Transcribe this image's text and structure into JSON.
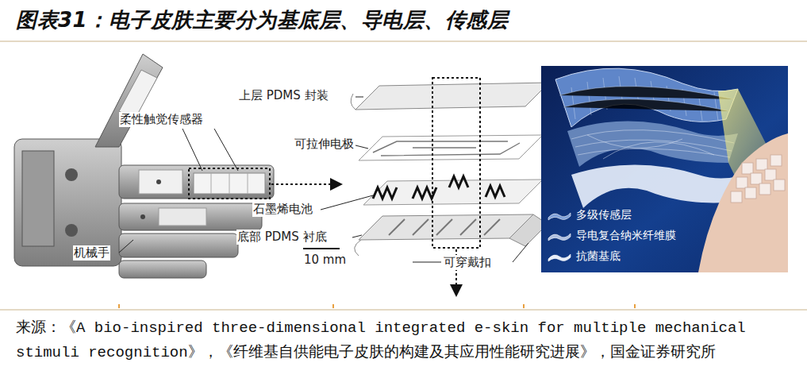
{
  "diagram": {
    "title": "图表31：电子皮肤主要分为基底层、导电层、传感层",
    "caption": "来源：《A bio-inspired three-dimensional integrated e-skin for multiple mechanical stimuli recognition》，《纤维基自供能电子皮肤的构建及其应用性能研究进展》，国金证券研究所",
    "labels": [
      "柔性触觉传感器",
      "机械手",
      "上层 PDMS 封装",
      "可拉伸电极",
      "石墨烯电池",
      "底部 PDMS 衬底",
      "10 mm",
      "可穿戴扣"
    ],
    "legend": [
      {
        "text": "多级传感层"
      },
      {
        "text": "导电复合纳米纤维膜"
      },
      {
        "text": "抗菌基底"
      }
    ]
  }
}
